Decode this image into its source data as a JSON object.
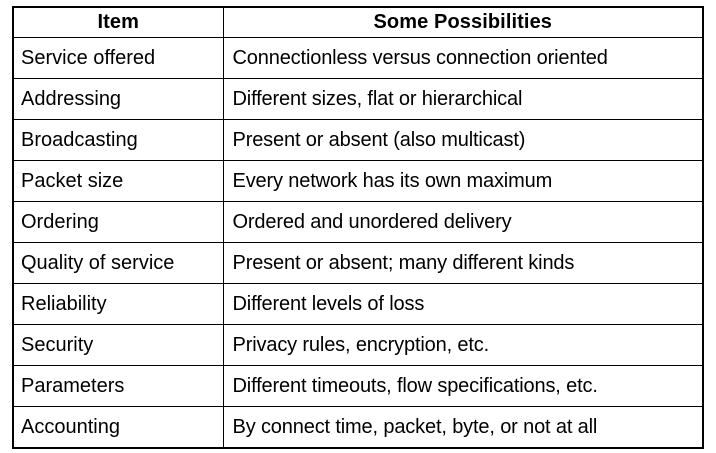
{
  "table": {
    "headers": [
      "Item",
      "Some Possibilities"
    ],
    "rows": [
      {
        "item": "Service offered",
        "possibilities": "Connectionless versus connection oriented"
      },
      {
        "item": "Addressing",
        "possibilities": "Different sizes, flat or hierarchical"
      },
      {
        "item": "Broadcasting",
        "possibilities": "Present or absent (also multicast)"
      },
      {
        "item": "Packet size",
        "possibilities": "Every network has its own maximum"
      },
      {
        "item": "Ordering",
        "possibilities": "Ordered and unordered delivery"
      },
      {
        "item": "Quality of service",
        "possibilities": "Present or absent; many different kinds"
      },
      {
        "item": "Reliability",
        "possibilities": "Different levels of loss"
      },
      {
        "item": "Security",
        "possibilities": "Privacy rules, encryption, etc."
      },
      {
        "item": "Parameters",
        "possibilities": "Different timeouts, flow specifications, etc."
      },
      {
        "item": "Accounting",
        "possibilities": "By connect time, packet, byte, or not at all"
      }
    ]
  }
}
